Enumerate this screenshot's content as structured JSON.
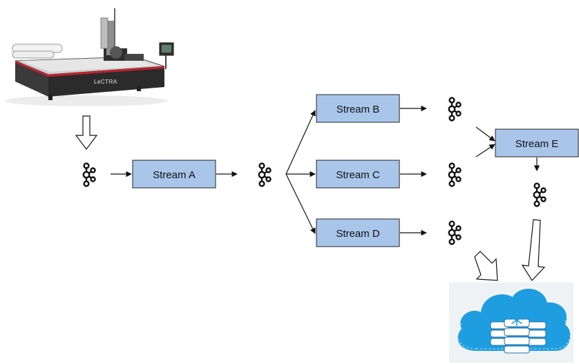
{
  "colors": {
    "box_fill": "#a9c5ea",
    "box_stroke": "#222222",
    "arrow": "#111111",
    "cloud_fill": "#1e9ee0",
    "cloud_bg": "#eef2f5",
    "machine_body": "#2b2b2b",
    "machine_accent": "#c8202a"
  },
  "machine": {
    "icon": "cutting-machine-icon",
    "brand": "LeCTRA"
  },
  "streams": {
    "a": {
      "label": "Stream A"
    },
    "b": {
      "label": "Stream B"
    },
    "c": {
      "label": "Stream C"
    },
    "d": {
      "label": "Stream D"
    },
    "e": {
      "label": "Stream E"
    }
  },
  "topic_icon": "kafka-topic-icon",
  "storage": {
    "icon": "cloud-database-icon"
  }
}
